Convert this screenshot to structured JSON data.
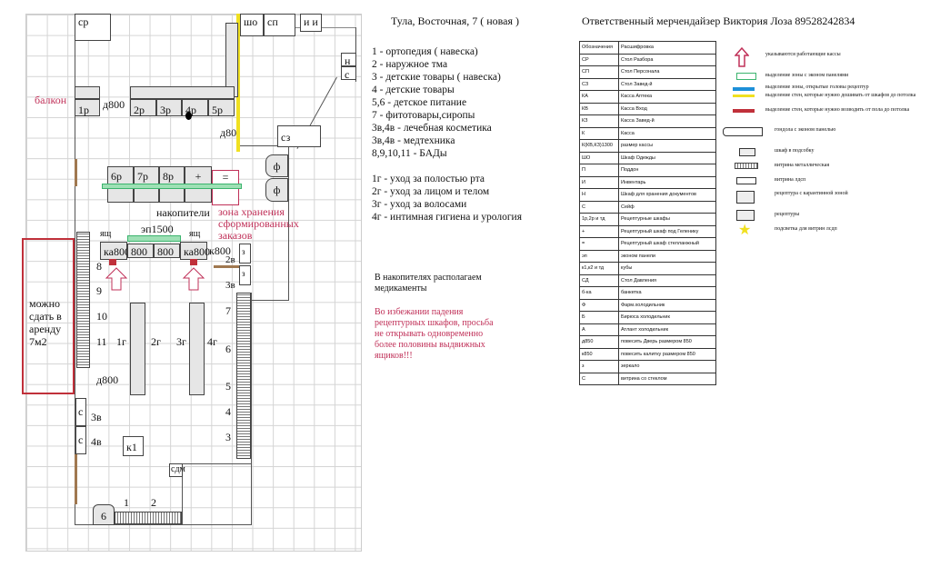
{
  "header": {
    "address": "Тула, Восточная, 7 ( новая )",
    "responsible": "Ответственный мерчендайзер Виктория Лоза 89528242834"
  },
  "categories": [
    "1 - ортопедия ( навеска)",
    "2 - наружное тма",
    "3 - детские товары ( навеска)",
    "4 - детские товары",
    "5,6 - детское питание",
    "7 - фитотовары,сиропы",
    "3в,4в - лечебная косметика",
    "3в,4в - медтехника",
    "8,9,10,11 - БАДы"
  ],
  "care": [
    "1г - уход за полостью рта",
    "2г - уход за лицом и телом",
    "3г - уход за волосами",
    "4г - интимная гигиена и урология"
  ],
  "notes": {
    "storage": "В накопителях располагаем медикаменты",
    "warning": "Во избежании падения рецептурных шкафов, просьба не открывать одновременно более половины выдвижных ящиков!!!"
  },
  "plan": {
    "sr": "ср",
    "sho": "шо",
    "sp": "сп",
    "ii": "и и",
    "n": "н",
    "s": "с",
    "balcony": "балкон",
    "r1": "1р",
    "d800a": "д800",
    "r2": "2р",
    "r3": "3р",
    "r4": "4р",
    "r5": "5р",
    "d800b": "д80",
    "sz": "сз",
    "f1": "ф",
    "f2": "ф",
    "r6": "6р",
    "r7": "7р",
    "r8": "8р",
    "plus": "+",
    "eq": "=",
    "nakop": "накопители",
    "zone": "зона хранения сформированных заказов",
    "ep": "эп1500",
    "yash1": "ящ",
    "yash2": "ящ",
    "ka1": "ка800",
    "c1": "800",
    "c2": "800",
    "ka2": "ка800",
    "k800": "к800",
    "z1": "з",
    "z2": "з",
    "v2": "2в",
    "v3": "3в",
    "rent": "можно сдать в аренду 7м2",
    "n8": "8",
    "n9": "9",
    "n10": "10",
    "n11": "11",
    "g1": "1г",
    "g2": "2г",
    "g3": "3г",
    "g4": "4г",
    "d800c": "д800",
    "n7": "7",
    "n6": "6",
    "n5": "5",
    "n4": "4",
    "n3": "3",
    "s1": "с",
    "s2": "с",
    "v3b": "3в",
    "v4": "4в",
    "k1": "к1",
    "sdm": "сдм",
    "b6": "6",
    "m1": "1",
    "m2": "2"
  },
  "legend_table": {
    "headers": [
      "Обозначения",
      "Расшифровка"
    ],
    "rows": [
      [
        "СР",
        "Стол Разбора"
      ],
      [
        "СП",
        "Стол Персонала"
      ],
      [
        "СЗ",
        "Стол Завед-й"
      ],
      [
        "КА",
        "Касса Аптека"
      ],
      [
        "КВ",
        "Касса Вход"
      ],
      [
        "КЗ",
        "Касса Завед-й"
      ],
      [
        "К",
        "Касса"
      ],
      [
        "К(КВ,КЗ)1300",
        "размер кассы"
      ],
      [
        "ШО",
        "Шкаф Одежды"
      ],
      [
        "П",
        "Поддон"
      ],
      [
        "И",
        "Инвентарь"
      ],
      [
        "Н",
        "Шкаф для хранения документов"
      ],
      [
        "С",
        "Сейф"
      ],
      [
        "1р,2р и тд",
        "Рецептурные шкафы"
      ],
      [
        "+",
        "Рецептурный шкаф под Геленику"
      ],
      [
        "=",
        "Рецептурный шкаф стелланжный"
      ],
      [
        "эп",
        "эконом панели"
      ],
      [
        "к1,к2 и тд",
        "кубы"
      ],
      [
        "СД",
        "Стол Давления"
      ],
      [
        "б-ка",
        "банкетка"
      ],
      [
        "Ф",
        "Фарм.холодильник"
      ],
      [
        "Б",
        "Бирюса холодильник"
      ],
      [
        "А",
        "Атлант холодильник"
      ],
      [
        "д850",
        "повесить Дверь размером 850"
      ],
      [
        "к850",
        "повесить калитку размером 850"
      ],
      [
        "з",
        "зеркало"
      ],
      [
        "С",
        "витрина со стеклом"
      ]
    ]
  },
  "legend_symbols": [
    "указываются работающие кассы",
    "выделение зоны с эконом панелями",
    "выделение зоны, открытые головы рецептур",
    "выделение стен, которые нужно дошивать от шкафов до потолка",
    "выделение стен, которые нужно возводить от пола до потолка",
    "гондола с эконом панелью",
    "шкаф в подсобку",
    "витрина металлическая",
    "витрина лдсп",
    "рецептура с карантинной зоной",
    "рецептуры",
    "подсветка для витрин лсдп"
  ],
  "colors": {
    "red": "#c0303a",
    "green": "#3cb46e",
    "blue": "#1e90d8",
    "yellow": "#f0e020",
    "pink": "#c03058"
  }
}
